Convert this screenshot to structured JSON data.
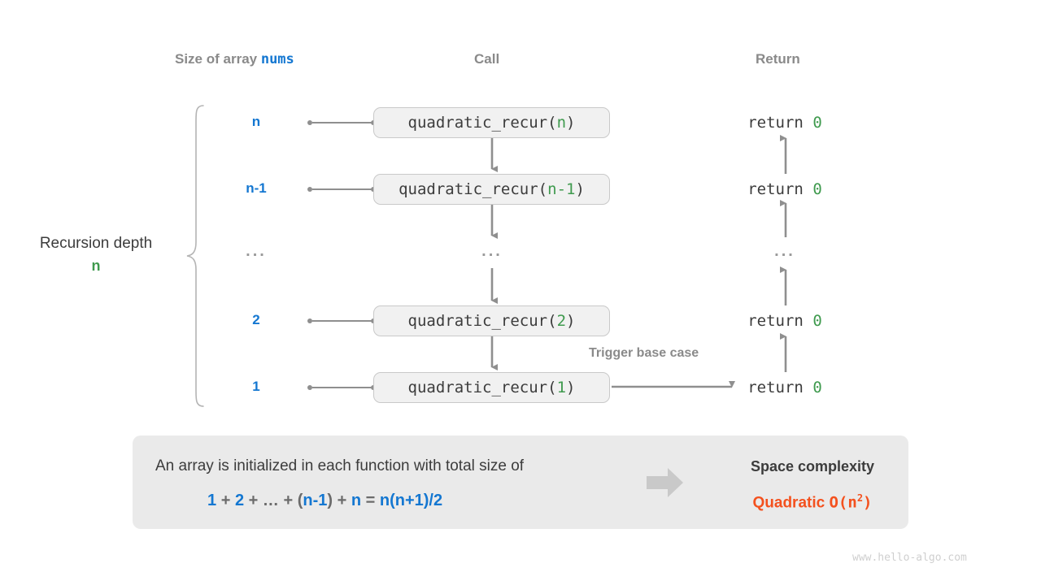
{
  "headers": {
    "size": "Size of array ",
    "size_mono": "nums",
    "call": "Call",
    "return": "Return"
  },
  "left_annotation": {
    "label": "Recursion depth",
    "value": "n"
  },
  "trigger_note": "Trigger base case",
  "rows": [
    {
      "size": "n",
      "call_prefix": "quadratic_recur(",
      "call_arg": "n",
      "call_suffix": ")",
      "return_text": "return ",
      "return_val": "0"
    },
    {
      "size": "n-1",
      "call_prefix": "quadratic_recur(",
      "call_arg": "n-1",
      "call_suffix": ")",
      "return_text": "return ",
      "return_val": "0"
    },
    {
      "size": "...",
      "call_prefix": "...",
      "call_arg": "",
      "call_suffix": "",
      "return_text": "...",
      "return_val": ""
    },
    {
      "size": "2",
      "call_prefix": "quadratic_recur(",
      "call_arg": "2",
      "call_suffix": ")",
      "return_text": "return ",
      "return_val": "0"
    },
    {
      "size": "1",
      "call_prefix": "quadratic_recur(",
      "call_arg": "1",
      "call_suffix": ")",
      "return_text": "return ",
      "return_val": "0"
    }
  ],
  "summary": {
    "sentence": "An array is initialized in each function with total size of",
    "formula": {
      "t1": "1",
      "op1": "+",
      "t2": "2",
      "op2": "+",
      "ell": "…",
      "op3": "+",
      "p_open": "(",
      "t3": "n-1",
      "p_close": ")",
      "op4": "+",
      "t4": "n",
      "eq": "=",
      "t5": "n(n+1)/2"
    },
    "right_title": "Space complexity",
    "right_value_word": "Quadratic",
    "right_value_big_o": "O(n",
    "right_value_exp": "2",
    "right_value_tail": ")"
  },
  "watermark": "www.hello-algo.com",
  "colors": {
    "blue": "#1477d1",
    "green": "#3f9a4e",
    "orange": "#f4511e",
    "grey": "#8a8a8a",
    "dark": "#3c3c3c",
    "box_fill": "#f1f1f1",
    "box_border": "#c9c9c9",
    "panel_fill": "#eaeaea",
    "connector": "#8f8f8f"
  }
}
